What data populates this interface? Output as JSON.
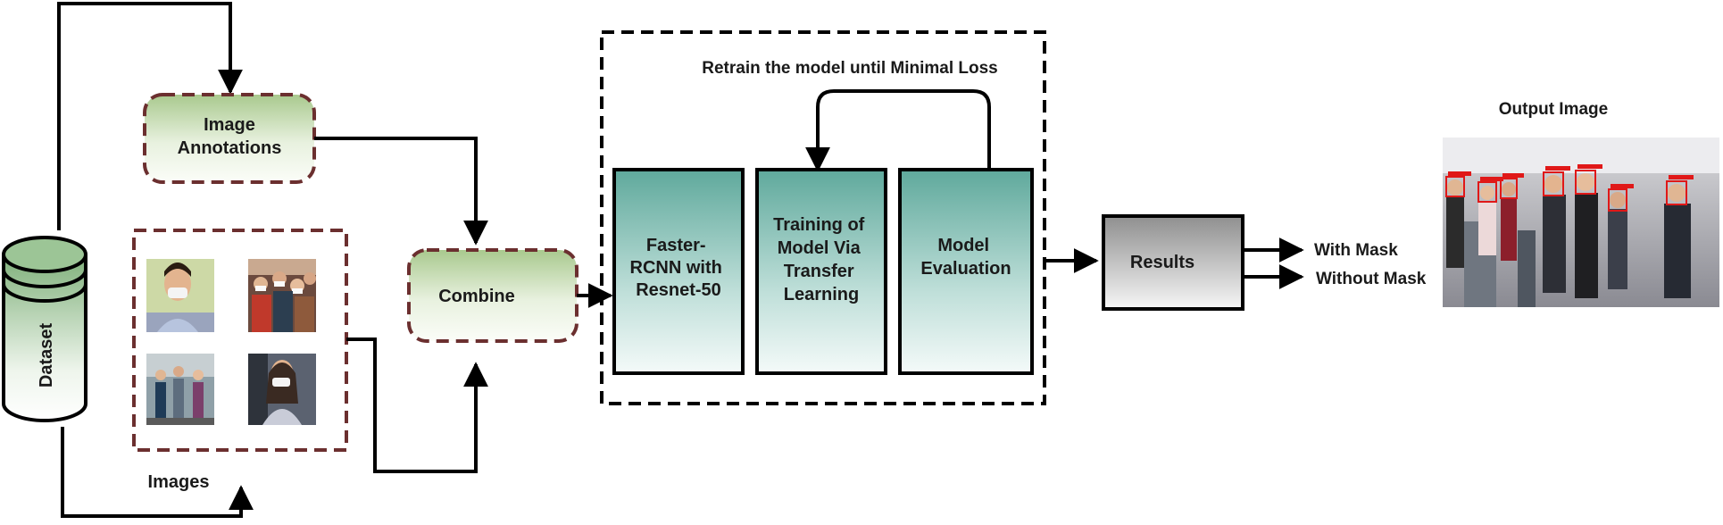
{
  "dataset": {
    "label": "Dataset"
  },
  "annotations": {
    "line1": "Image",
    "line2": "Annotations"
  },
  "images": {
    "caption": "Images"
  },
  "combine": {
    "label": "Combine"
  },
  "retrain": {
    "label": "Retrain the model until Minimal Loss"
  },
  "steps": {
    "faster_rcnn": [
      "Faster-",
      "RCNN with",
      "Resnet-50"
    ],
    "training": [
      "Training of",
      "Model Via",
      "Transfer",
      "Learning"
    ],
    "evaluation": [
      "Model",
      "Evaluation"
    ]
  },
  "results": {
    "label": "Results"
  },
  "outputs": {
    "with_mask": "With Mask",
    "without_mask": "Without Mask"
  },
  "output_image": {
    "title": "Output Image"
  },
  "colors": {
    "annotation_green": "#e3eed8",
    "step_teal": "#6fb3a8",
    "results_gray": "#a6a6a6",
    "dash_border": "#6b2f2f"
  }
}
